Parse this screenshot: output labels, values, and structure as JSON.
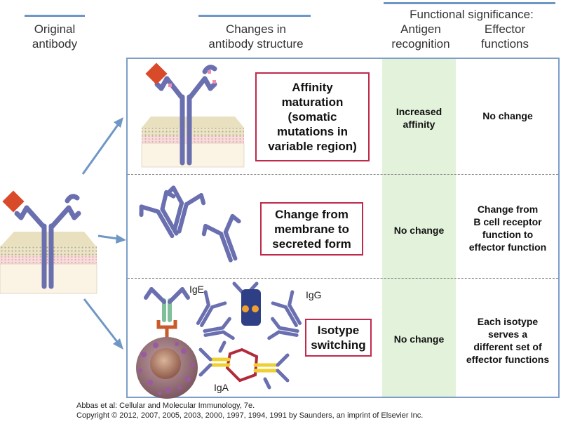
{
  "headers": {
    "original": "Original\nantibody",
    "changes": "Changes in\nantibody structure",
    "functional": "Functional significance:",
    "antigen": "Antigen\nrecognition",
    "effector": "Effector\nfunctions"
  },
  "rows": [
    {
      "change": "Affinity\nmaturation\n(somatic\nmutations in\nvariable region)",
      "antigen": "Increased\naffinity",
      "effector": "No change"
    },
    {
      "change": "Change from\nmembrane to\nsecreted form",
      "antigen": "No change",
      "effector": "Change from\nB cell receptor\nfunction to\neffector function"
    },
    {
      "change": "Isotype\nswitching",
      "antigen": "No change",
      "effector": "Each isotype\nserves a\ndifferent set of\neffector functions"
    }
  ],
  "isotype_labels": {
    "ige": "IgE",
    "igg": "IgG",
    "iga": "IgA"
  },
  "credit": {
    "line1": "Abbas et al: Cellular and Molecular Immunology, 7e.",
    "line2": "Copyright © 2012, 2007, 2005, 2003, 2000, 1997, 1994, 1991 by Saunders, an imprint of Elsevier Inc."
  },
  "colors": {
    "header_bar": "#6f97c6",
    "frame": "#7d9ec9",
    "green_column": "#e3f2da",
    "red_box_border": "#c02a4a",
    "antibody": "#6a6fb0",
    "antigen": "#d94a2a",
    "ige": "#7fbf9a",
    "iga": "#f0d030"
  }
}
